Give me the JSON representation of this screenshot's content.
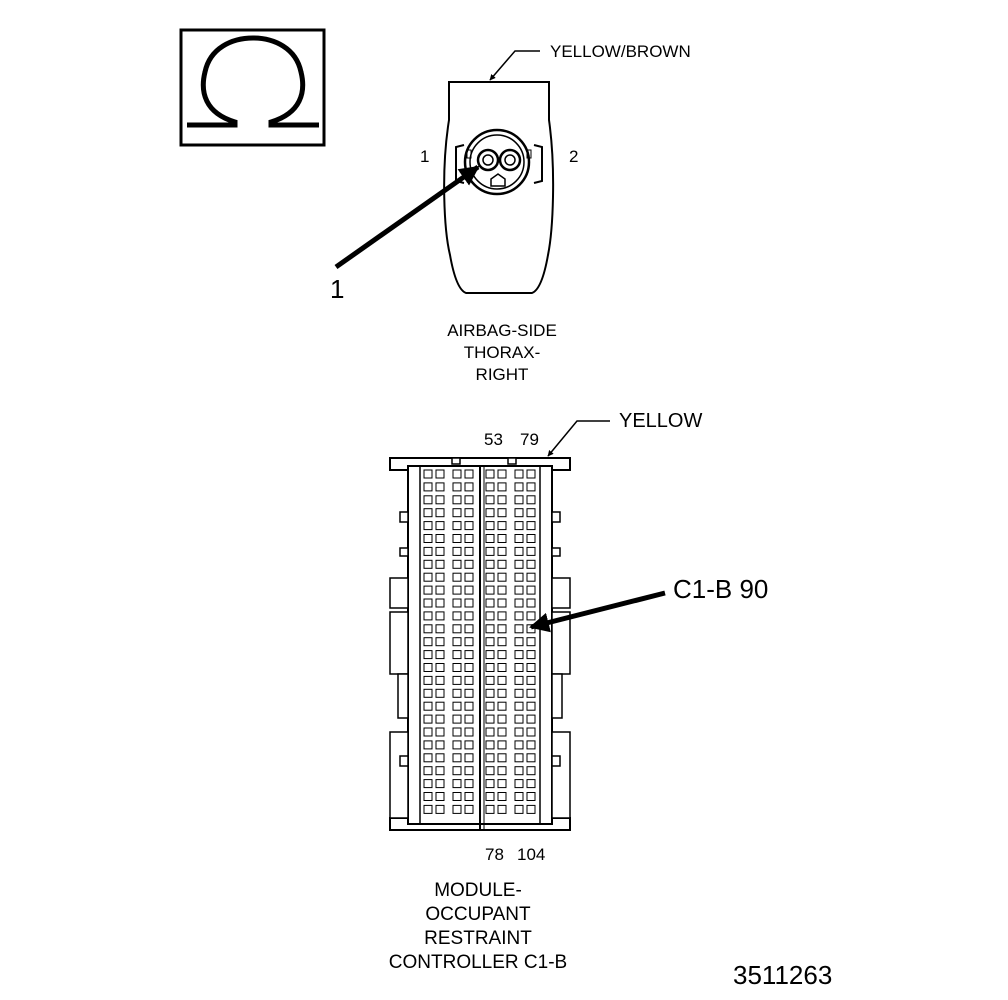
{
  "figure_id": "3511263",
  "symbol": {
    "icon": "ohm-icon"
  },
  "connector_airbag": {
    "wire_color": "YELLOW/BROWN",
    "pin_left": "1",
    "pin_right": "2",
    "callout": "1",
    "caption_lines": [
      "AIRBAG-SIDE",
      "THORAX-",
      "RIGHT"
    ]
  },
  "connector_module": {
    "wire_color": "YELLOW",
    "top_left_pin": "53",
    "top_right_pin": "79",
    "bottom_left_pin": "78",
    "bottom_right_pin": "104",
    "callout": "C1-B 90",
    "caption_lines": [
      "MODULE-",
      "OCCUPANT",
      "RESTRAINT",
      "CONTROLLER C1-B"
    ]
  }
}
